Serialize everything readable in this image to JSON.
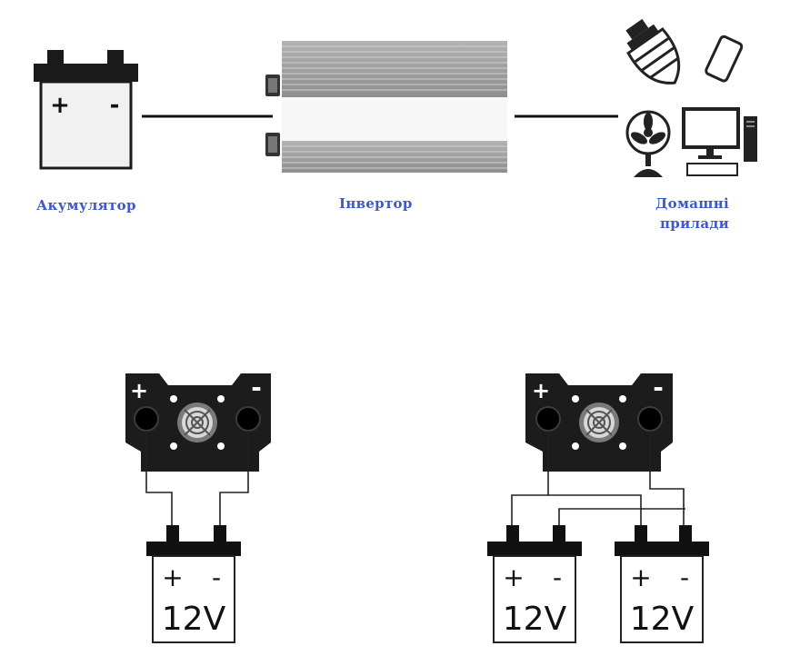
{
  "top_diagram": {
    "battery": {
      "plus": "+",
      "minus": "-"
    },
    "labels": {
      "battery": "Акумулятор",
      "inverter": "Інвертор",
      "appliances_line1": "Домашні",
      "appliances_line2": "прилади"
    },
    "appliance_icons": [
      "light-bulb-icon",
      "phone-icon",
      "fan-icon",
      "monitor-icon",
      "keyboard-icon",
      "pc-tower-icon"
    ]
  },
  "bottom_diagrams": {
    "inverter_terminals": {
      "plus": "+",
      "minus": "-"
    },
    "single_battery": {
      "plus": "+",
      "minus": "-",
      "voltage": "12V"
    },
    "parallel_batteries": [
      {
        "plus": "+",
        "minus": "-",
        "voltage": "12V"
      },
      {
        "plus": "+",
        "minus": "-",
        "voltage": "12V"
      }
    ]
  },
  "colors": {
    "label": "#3f58c9",
    "line": "#111111",
    "fin": "#9a9a9a",
    "inverter_body": "#1c1c1c"
  }
}
